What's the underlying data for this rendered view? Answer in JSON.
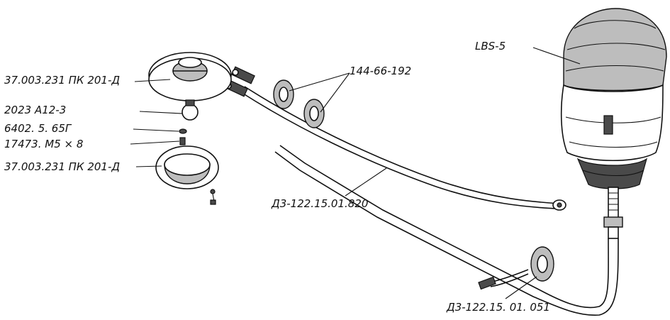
{
  "labels": {
    "beacon": "LBS-5",
    "grommet": "144-66-192",
    "lens": "37.003.231 ПК 201-Д",
    "lamp": "2023 А12-3",
    "washer": "6402. 5. 65Г",
    "screw": "17473. М5 × 8",
    "housing": "37.003.231 ПК 201-Д",
    "wire_harness": "Д3-122.15.01.820",
    "cable_assembly": "Д3-122.15. 01. 051"
  },
  "colors": {
    "ink": "#111111",
    "paper": "#ffffff",
    "shade": "#bdbdbd"
  }
}
